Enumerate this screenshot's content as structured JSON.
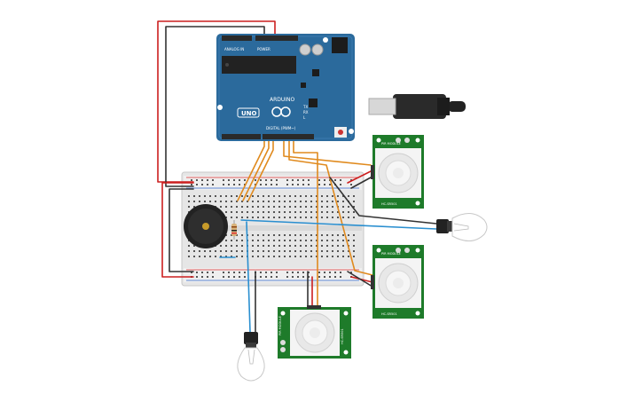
{
  "arduino": {
    "brand": "ARDUINO",
    "model": "UNO",
    "label_power": "POWER",
    "label_analog": "ANALOG IN",
    "label_digital": "DIGITAL (PWM~)",
    "led_tx": "TX",
    "led_rx": "RX",
    "led_l": "L",
    "colors": {
      "board": "#2b6a9c",
      "header": "#2a2a2a",
      "chip": "#222222"
    }
  },
  "pir_sensors": [
    {
      "id": "pir-1",
      "label_top": "PIR MODULE",
      "label_side": "HC-SR501"
    },
    {
      "id": "pir-2",
      "label_top": "PIR MODULE",
      "label_side": "HC-SR501"
    },
    {
      "id": "pir-3",
      "label_top": "PIR MODULE",
      "label_side": "HC-SR501"
    }
  ],
  "wire_colors": {
    "power": "#cc1f1f",
    "ground": "#333333",
    "signal": "#e08a1e",
    "lamp": "#2a8fd0"
  },
  "pcb_color": "#1e7b2a",
  "breadboard_color": "#e6e6e6"
}
